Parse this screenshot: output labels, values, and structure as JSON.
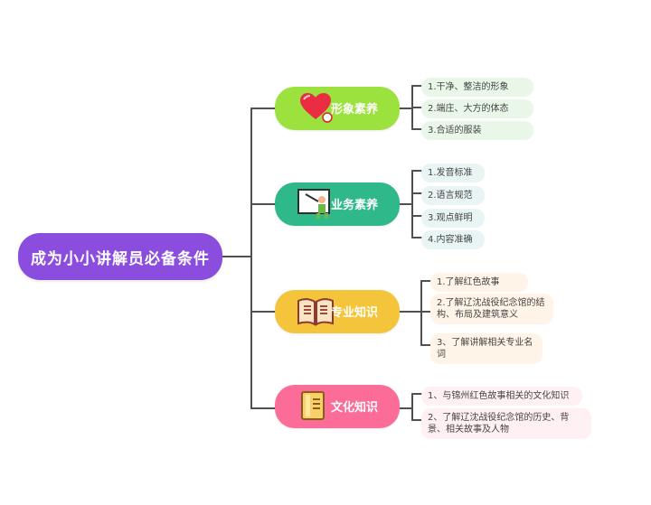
{
  "root": {
    "label": "成为小小讲解员必备条件",
    "color": "#8b4dde"
  },
  "branches": [
    {
      "label": "形象素养",
      "color": "#9ce23f",
      "icon": "heart-icon",
      "items": [
        "1.干净、整洁的形象",
        "2.端庄、大方的体态",
        "3.合适的服装"
      ]
    },
    {
      "label": "业务素养",
      "color": "#2fb889",
      "icon": "teacher-board-icon",
      "items": [
        "1.发音标准",
        "2.语言规范",
        "3.观点鲜明",
        "4.内容准确"
      ]
    },
    {
      "label": "专业知识",
      "color": "#f4c53b",
      "icon": "open-book-icon",
      "items": [
        "1.了解红色故事",
        "2.了解辽沈战役纪念馆的结构、布局及建筑意义",
        "3、了解讲解相关专业名词"
      ]
    },
    {
      "label": "文化知识",
      "color": "#fb6d98",
      "icon": "closed-book-icon",
      "items": [
        "1、与锦州红色故事相关的文化知识",
        "2、了解辽沈战役纪念馆的历史、背景、相关故事及人物"
      ]
    }
  ]
}
